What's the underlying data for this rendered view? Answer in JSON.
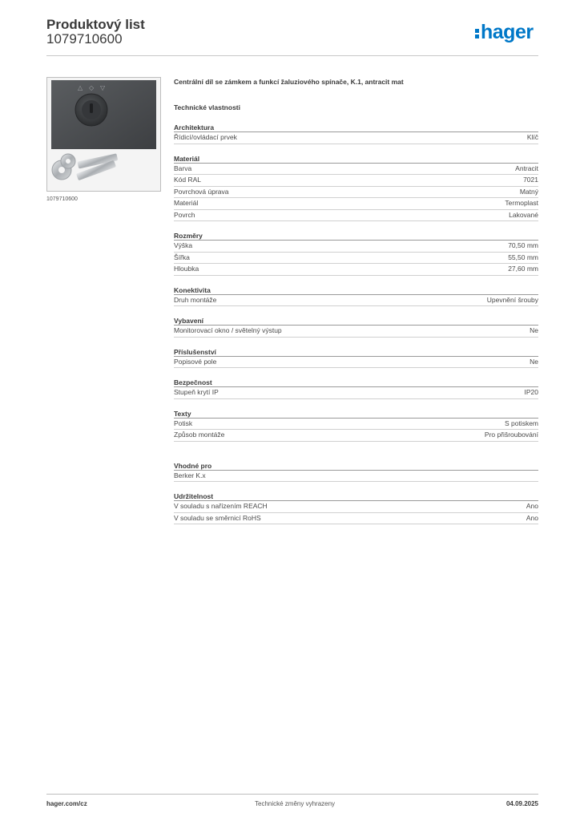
{
  "header": {
    "title": "Produktový list",
    "product_number": "1079710600",
    "logo_text": "hager",
    "logo_color": "#0078c8"
  },
  "image": {
    "caption": "1079710600",
    "arrow_up": "△",
    "arrow_mid": "◇",
    "arrow_down": "▽"
  },
  "product": {
    "description": "Centrální díl se zámkem a funkcí žaluziového spínače, K.1, antracit mat"
  },
  "technical_heading": "Technické vlastnosti",
  "groups": [
    {
      "title": "Architektura",
      "rows": [
        {
          "label": "Řídicí/ovládací prvek",
          "value": "Klíč"
        }
      ]
    },
    {
      "title": "Materiál",
      "rows": [
        {
          "label": "Barva",
          "value": "Antracit"
        },
        {
          "label": "Kód RAL",
          "value": "7021"
        },
        {
          "label": "Povrchová úprava",
          "value": "Matný"
        },
        {
          "label": "Materiál",
          "value": "Termoplast"
        },
        {
          "label": "Povrch",
          "value": "Lakované"
        }
      ]
    },
    {
      "title": "Rozměry",
      "rows": [
        {
          "label": "Výška",
          "value": "70,50 mm"
        },
        {
          "label": "Šířka",
          "value": "55,50 mm"
        },
        {
          "label": "Hloubka",
          "value": "27,60 mm"
        }
      ]
    },
    {
      "title": "Konektivita",
      "rows": [
        {
          "label": "Druh montáže",
          "value": "Upevnění šrouby"
        }
      ]
    },
    {
      "title": "Vybavení",
      "rows": [
        {
          "label": "Monitorovací okno / světelný výstup",
          "value": "Ne"
        }
      ]
    },
    {
      "title": "Příslušenství",
      "rows": [
        {
          "label": "Popisové pole",
          "value": "Ne"
        }
      ]
    },
    {
      "title": "Bezpečnost",
      "rows": [
        {
          "label": "Stupeň krytí IP",
          "value": "IP20"
        }
      ]
    },
    {
      "title": "Texty",
      "rows": [
        {
          "label": "Potisk",
          "value": "S potiskem"
        },
        {
          "label": "Způsob montáže",
          "value": "Pro přišroubování"
        }
      ]
    },
    {
      "title": "Vhodné pro",
      "rows": [
        {
          "label": "Berker K.x",
          "value": ""
        }
      ]
    },
    {
      "title": "Udržitelnost",
      "rows": [
        {
          "label": "V souladu s nařízením REACH",
          "value": "Ano"
        },
        {
          "label": "V souladu se směrnicí RoHS",
          "value": "Ano"
        }
      ]
    }
  ],
  "footer": {
    "website": "hager.com/cz",
    "notice": "Technické změny vyhrazeny",
    "date": "04.09.2025"
  }
}
